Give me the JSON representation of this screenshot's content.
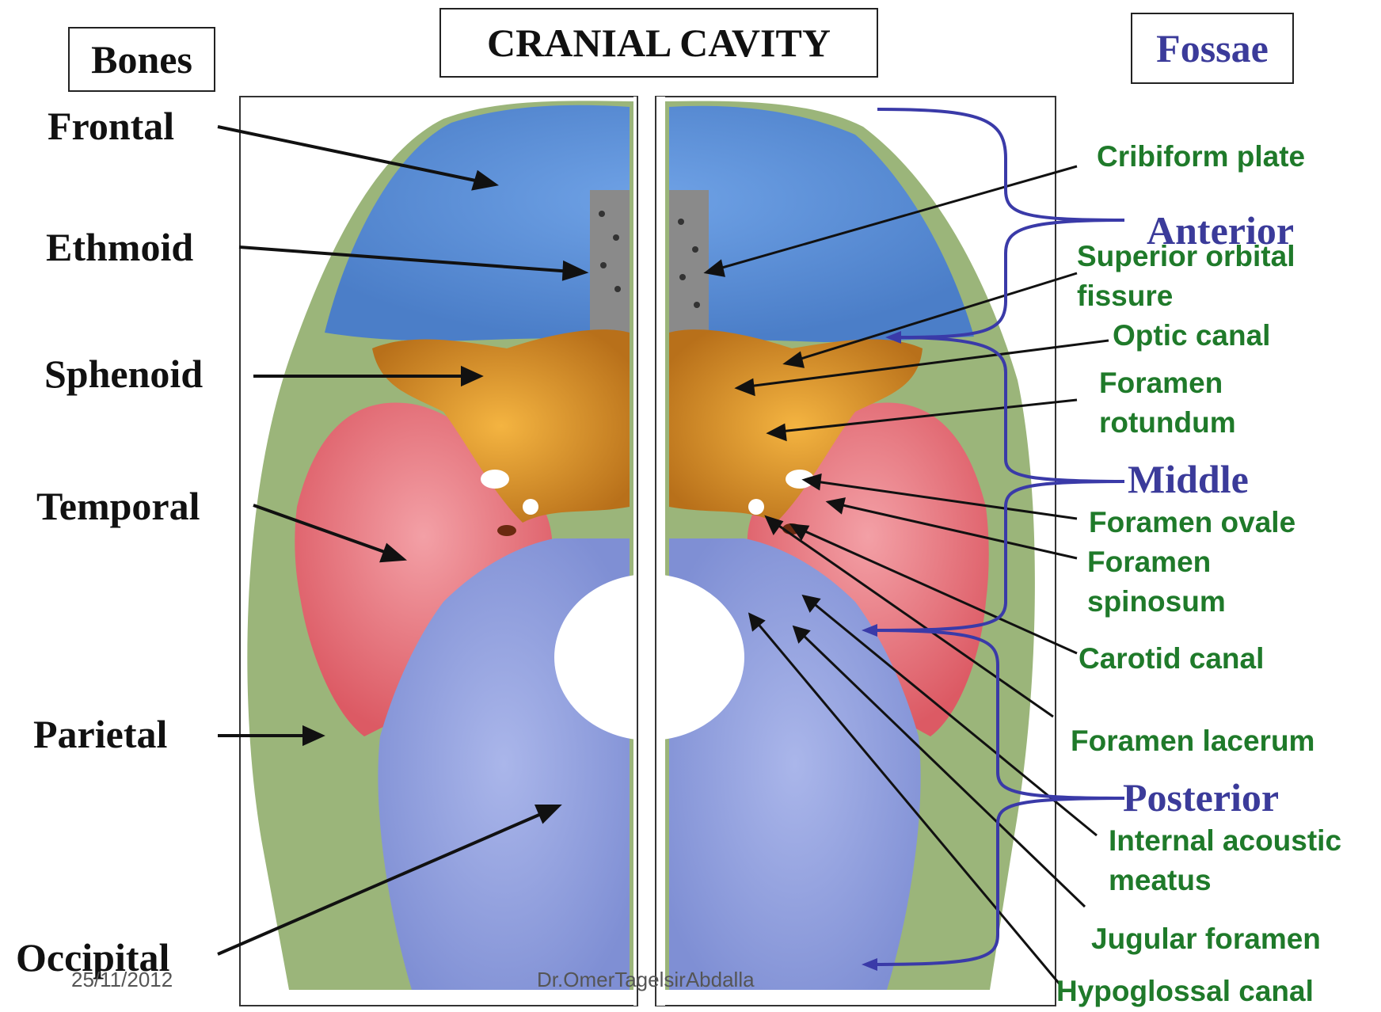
{
  "titles": {
    "bones": "Bones",
    "main": "CRANIAL CAVITY",
    "fossae": "Fossae"
  },
  "bones": [
    "Frontal",
    "Ethmoid",
    "Sphenoid",
    "Temporal",
    "Parietal",
    "Occipital"
  ],
  "fossae": [
    "Anterior",
    "Middle",
    "Posterior"
  ],
  "structures": {
    "cribiform": "Cribiform plate",
    "sup_orbital": [
      "Superior orbital",
      "fissure"
    ],
    "optic": "Optic canal",
    "rotundum": [
      "Foramen",
      "rotundum"
    ],
    "ovale": "Foramen ovale",
    "spinosum": [
      "Foramen",
      "spinosum"
    ],
    "carotid": "Carotid canal",
    "lacerum": "Foramen lacerum",
    "acoustic": [
      "Internal acoustic",
      "meatus"
    ],
    "jugular": "Jugular foramen",
    "hypoglossal": "Hypoglossal canal"
  },
  "footer": {
    "date": "25/11/2012",
    "author": "Dr.OmerTagelsirAbdalla"
  },
  "colors": {
    "frontal": "#5b8fd8",
    "ethmoid": "#8a8a8a",
    "sphenoid": "#d9901f",
    "temporal": "#e8707a",
    "parietal": "#9bb57a",
    "occipital": "#8f9fdc",
    "bracket": "#3a3aa8",
    "structure_text": "#1f7a2a"
  }
}
